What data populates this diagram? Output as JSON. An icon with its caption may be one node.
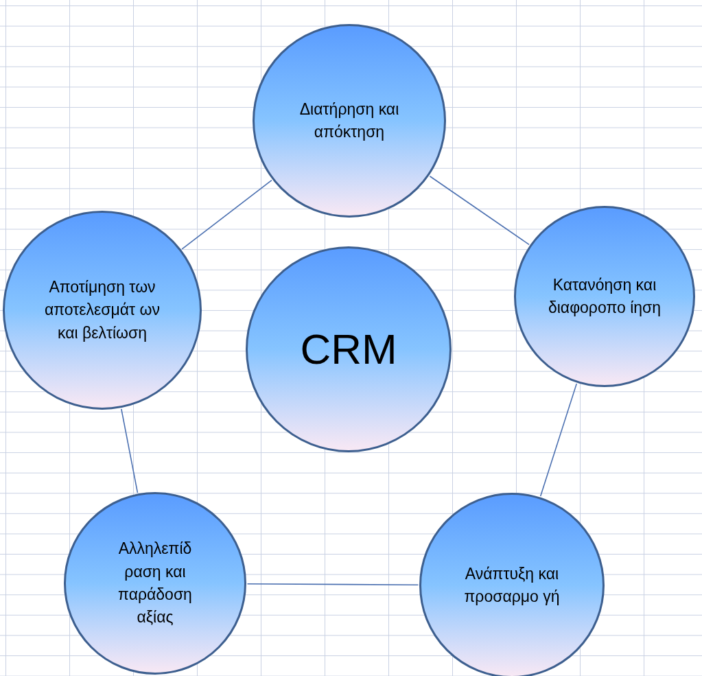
{
  "diagram": {
    "nodes": [
      {
        "text": [
          "Διατήρηση και απόκτηση"
        ]
      },
      {
        "text": [
          "Αποτίμηση των αποτελεσμάτ ων και βελτίωση"
        ]
      },
      {
        "text": [
          "CRM"
        ]
      },
      {
        "text": [
          "Κατανόηση και διαφοροπο ίηση"
        ]
      },
      {
        "text": [
          "Αλληλεπίδ ραση και παράδοση αξίας"
        ]
      },
      {
        "text": [
          "Ανάπτυξη και προσαρμο γή"
        ]
      }
    ],
    "edges": [
      {
        "from": 0,
        "to": 3,
        "arrow": "none"
      },
      {
        "from": 3,
        "to": 5,
        "arrow": "none"
      },
      {
        "from": 5,
        "to": 4,
        "arrow": "none"
      },
      {
        "from": 4,
        "to": 1,
        "arrow": "none"
      },
      {
        "from": 1,
        "to": 0,
        "arrow": "none"
      }
    ]
  }
}
